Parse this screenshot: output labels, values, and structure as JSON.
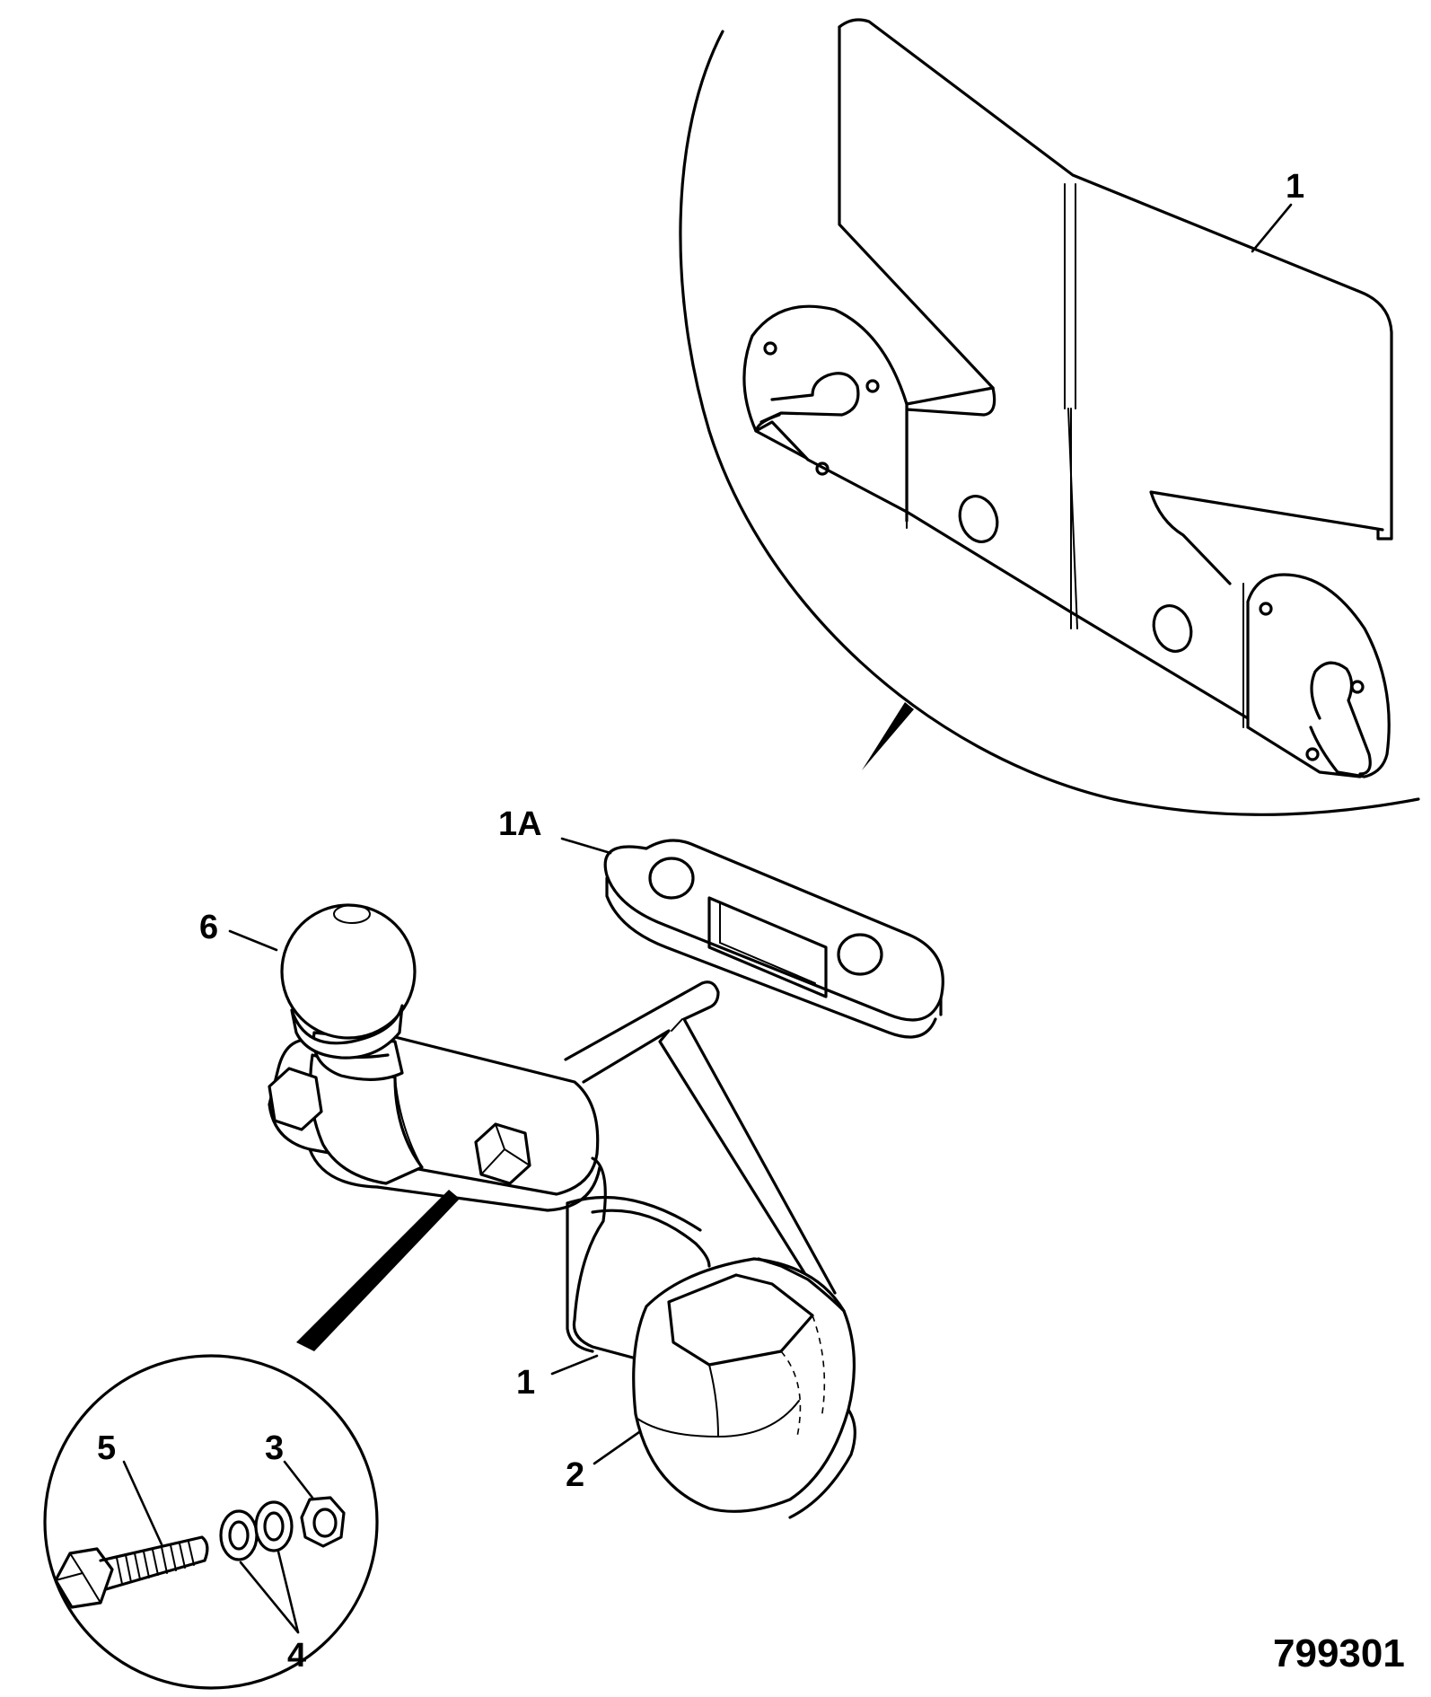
{
  "diagram": {
    "figure_number": "799301",
    "callouts": [
      {
        "id": "detail-top-1",
        "text": "1"
      },
      {
        "id": "1A",
        "text": "1A"
      },
      {
        "id": "6",
        "text": "6"
      },
      {
        "id": "1",
        "text": "1"
      },
      {
        "id": "2",
        "text": "2"
      },
      {
        "id": "3",
        "text": "3"
      },
      {
        "id": "5",
        "text": "5"
      },
      {
        "id": "4",
        "text": "4"
      }
    ]
  }
}
